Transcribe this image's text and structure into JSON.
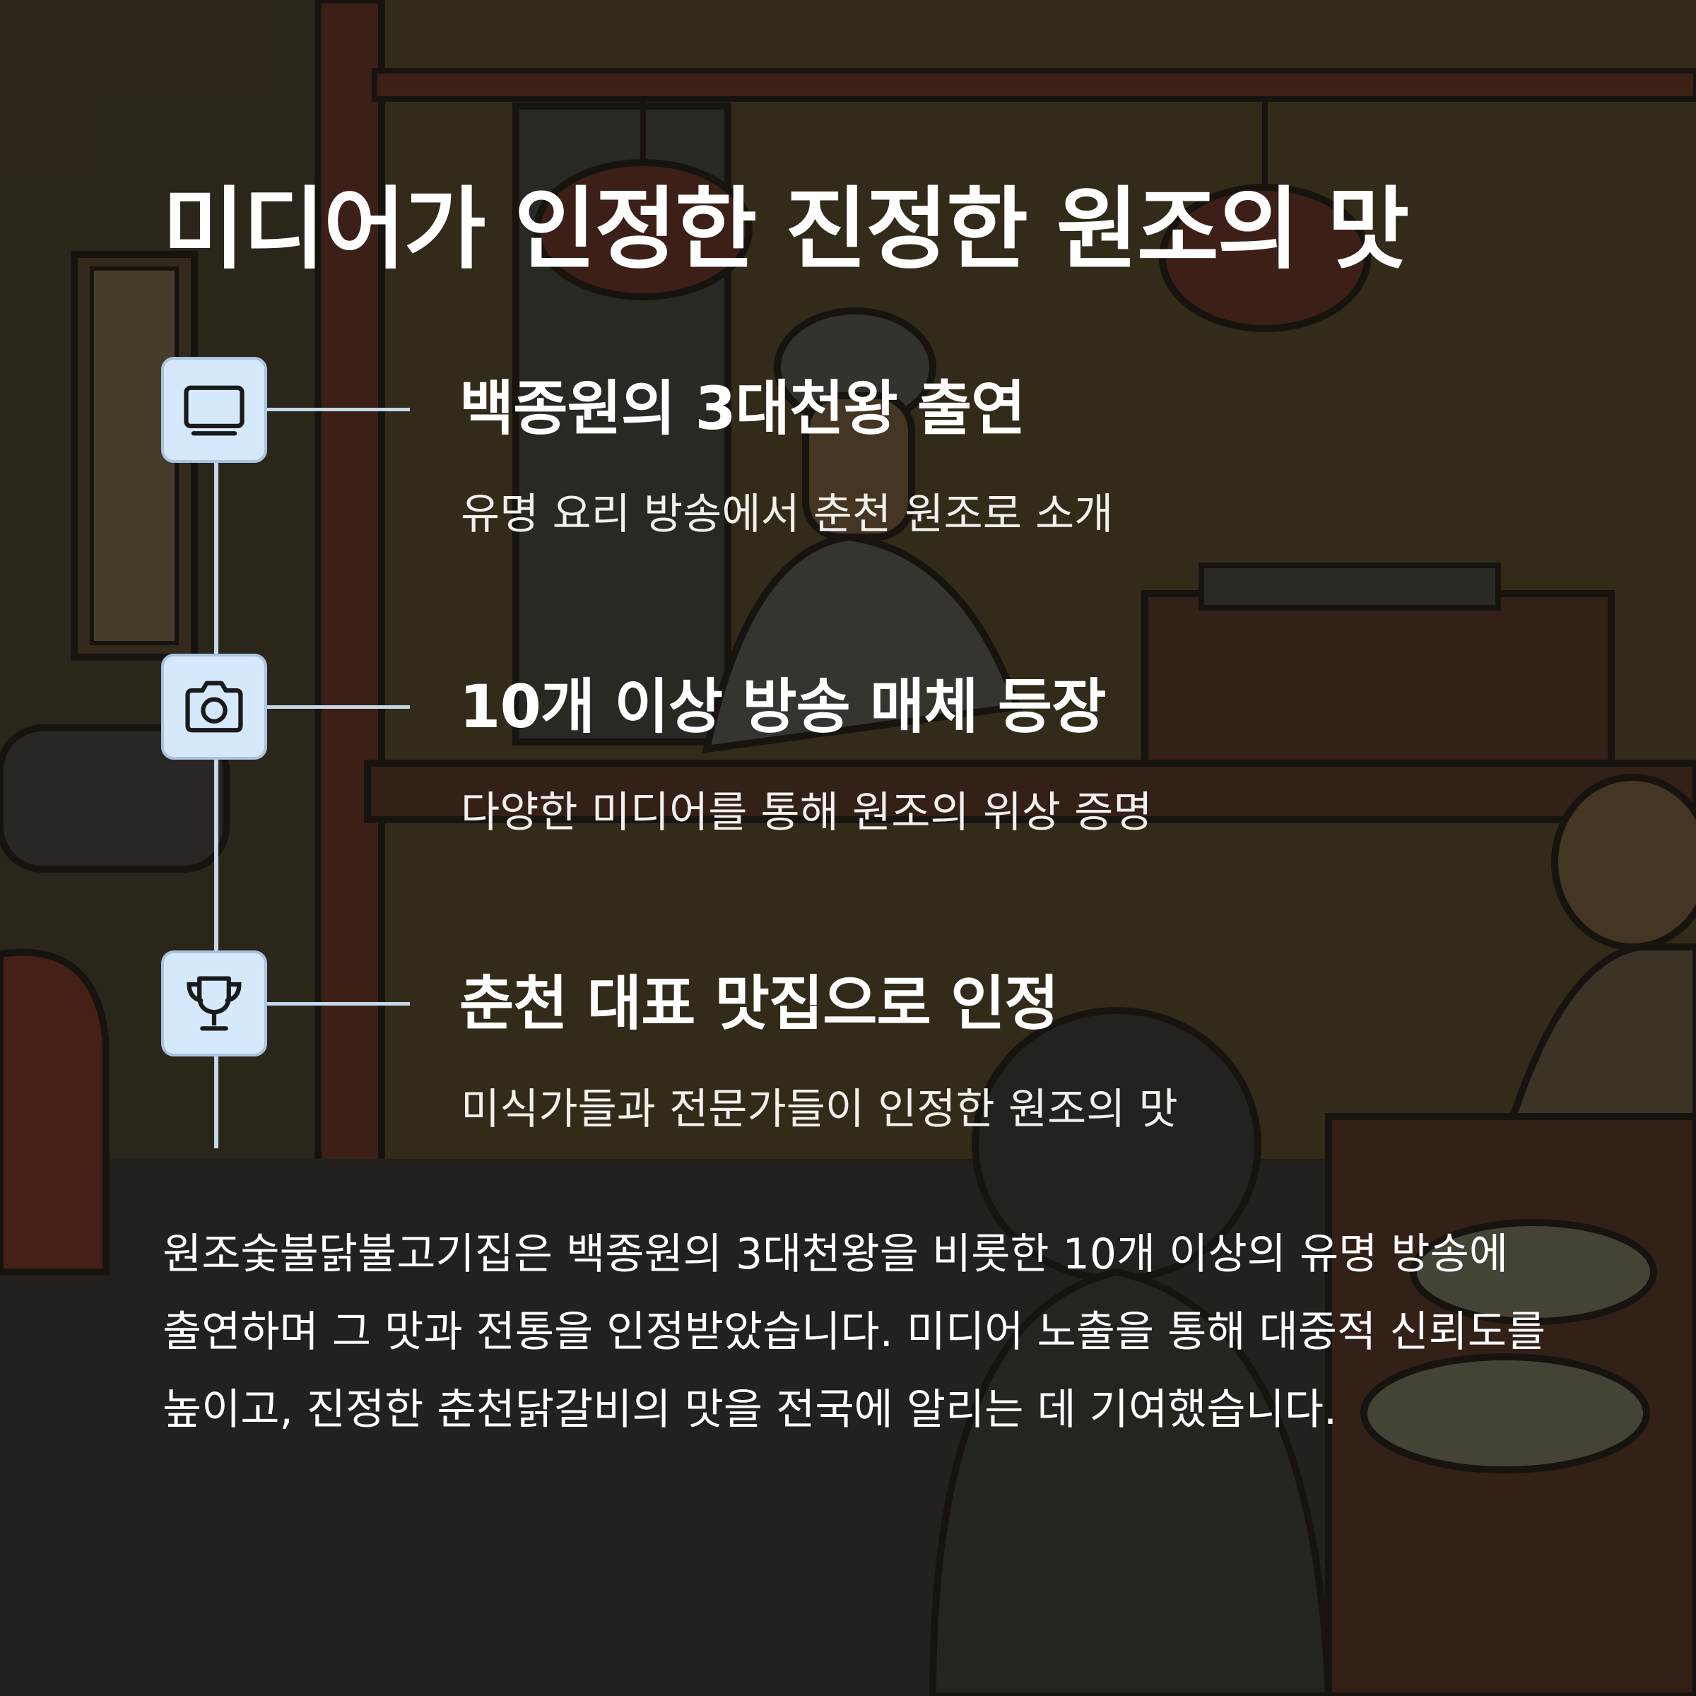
{
  "title": "미디어가 인정한 진정한 원조의 맛",
  "colors": {
    "icon_bg": "#d6e8fb",
    "icon_border": "#a9c4e2",
    "line": "#c6d7ea",
    "text": "#ffffff"
  },
  "items": [
    {
      "icon": "tv-icon",
      "title": "백종원의 3대천왕 출연",
      "desc": "유명 요리 방송에서 춘천 원조로 소개"
    },
    {
      "icon": "camera-icon",
      "title": "10개 이상 방송 매체 등장",
      "desc": "다양한 미디어를 통해 원조의 위상 증명"
    },
    {
      "icon": "trophy-icon",
      "title": "춘천 대표 맛집으로 인정",
      "desc": "미식가들과 전문가들이 인정한 원조의 맛"
    }
  ],
  "body": "원조숯불닭불고기집은 백종원의 3대천왕을 비롯한 10개 이상의 유명 방송에 출연하며 그 맛과 전통을 인정받았습니다. 미디어 노출을 통해 대중적 신뢰도를 높이고, 진정한 춘천닭갈비의 맛을 전국에 알리는 데 기여했습니다."
}
